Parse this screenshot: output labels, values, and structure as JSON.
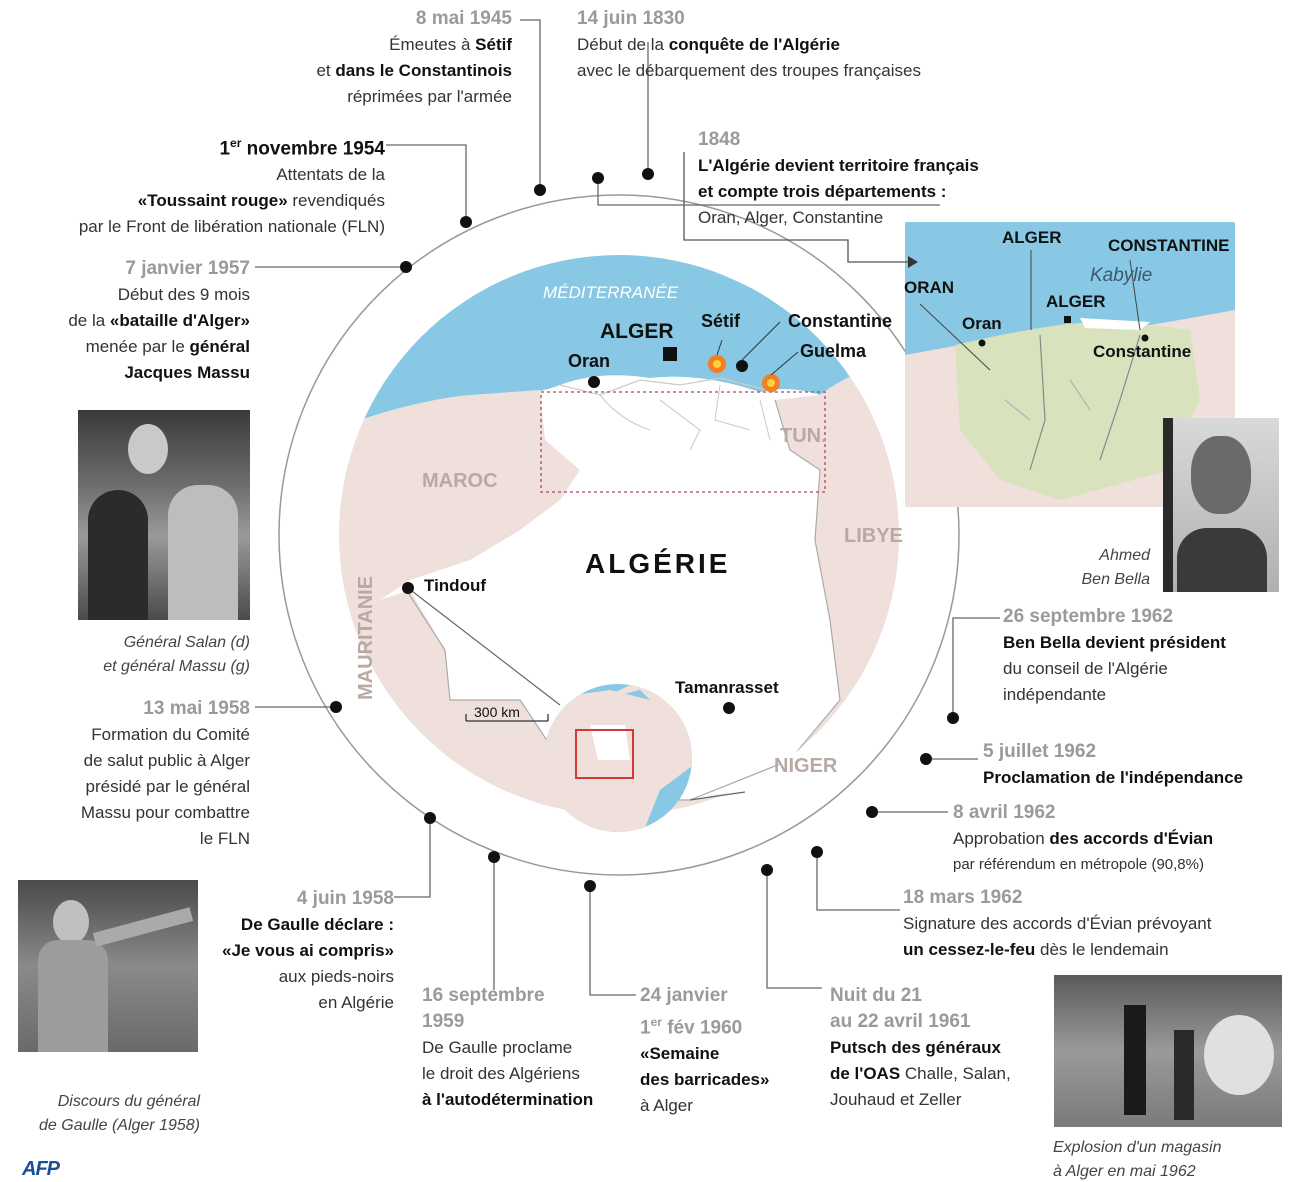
{
  "events": {
    "e1945": {
      "date": "8 mai 1945",
      "l1a": "Émeutes à ",
      "l1b": "Sétif",
      "l2a": "et ",
      "l2b": "dans le Constantinois",
      "l3": "réprimées par l'armée"
    },
    "e1830": {
      "date": "14 juin 1830",
      "l1a": "Début de la ",
      "l1b": "conquête de l'Algérie",
      "l2": "avec le débarquement des troupes françaises"
    },
    "e1848": {
      "date": "1848",
      "l1": "L'Algérie devient territoire français",
      "l2": "et compte trois départements :",
      "l3": "Oran, Alger, Constantine"
    },
    "e1954": {
      "date_pre": "1",
      "date_sup": "er",
      "date_post": " novembre 1954",
      "l1": "Attentats de la",
      "l2a": "«Toussaint rouge»",
      "l2b": " revendiqués",
      "l3": "par le Front  de libération nationale (FLN)"
    },
    "e1957": {
      "date": "7 janvier 1957",
      "l1": "Début des 9 mois",
      "l2a": "de la ",
      "l2b": "«bataille d'Alger»",
      "l3a": "menée par le ",
      "l3b": "général",
      "l4": "Jacques Massu"
    },
    "e1958m": {
      "date": "13 mai 1958",
      "l1": "Formation du Comité",
      "l2": "de salut public à Alger",
      "l3": "présidé par le général",
      "l4": "Massu pour combattre",
      "l5": "le FLN"
    },
    "e1958j": {
      "date": "4 juin 1958",
      "l1": "De Gaulle déclare :",
      "l2": "«Je vous ai compris»",
      "l3": "aux pieds-noirs",
      "l4": "en Algérie"
    },
    "e1959": {
      "date1": "16 septembre",
      "date2": "1959",
      "l1": "De Gaulle proclame",
      "l2": "le droit des Algériens",
      "l3": "à l'autodétermination"
    },
    "e1960": {
      "date1": "24 janvier",
      "date2_pre": "1",
      "date2_sup": "er",
      "date2_post": " fév 1960",
      "l1": "«Semaine",
      "l2": "des barricades»",
      "l3": "à Alger"
    },
    "e1961": {
      "date1": "Nuit du 21",
      "date2": "au 22 avril 1961",
      "l1": "Putsch des généraux",
      "l2a": "de l'OAS",
      "l2b": " Challe, Salan,",
      "l3": "Jouhaud et Zeller"
    },
    "e1962m": {
      "date": "18 mars 1962",
      "l1": "Signature des accords d'Évian prévoyant",
      "l2a": "un cessez-le-feu",
      "l2b": " dès le lendemain"
    },
    "e1962a": {
      "date": "8 avril 1962",
      "l1a": "Approbation ",
      "l1b": "des accords d'Évian",
      "l2": "par référendum en métropole (90,8%)"
    },
    "e1962j": {
      "date": "5 juillet 1962",
      "l1": "Proclamation de l'indépendance"
    },
    "e1962s": {
      "date": "26 septembre 1962",
      "l1": "Ben Bella devient président",
      "l2": "du conseil de l'Algérie",
      "l3": "indépendante"
    }
  },
  "captions": {
    "salan_massu": [
      "Général Salan (d)",
      "et général Massu (g)"
    ],
    "ben_bella": [
      "Ahmed",
      "Ben Bella"
    ],
    "de_gaulle": [
      "Discours du général",
      "de Gaulle (Alger 1958)"
    ],
    "explosion": [
      "Explosion d'un magasin",
      "à Alger en mai 1962"
    ]
  },
  "map": {
    "sea": "MÉDITERRANÉE",
    "country": "ALGÉRIE",
    "capital": "ALGER",
    "cities": [
      "Oran",
      "Sétif",
      "Constantine",
      "Guelma",
      "Tindouf",
      "Tamanrasset"
    ],
    "neighbors": [
      "MAROC",
      "TUN.",
      "LIBYE",
      "MAURITANIE",
      "NIGER"
    ],
    "scale": "300 km"
  },
  "inset_map": {
    "departments": [
      "ORAN",
      "ALGER",
      "CONSTANTINE"
    ],
    "cities": [
      "Oran",
      "ALGER",
      "Constantine"
    ],
    "region": "Kabylie"
  },
  "credit": "AFP",
  "colors": {
    "sea": "#88c8e4",
    "land_neighbor": "#efe0dc",
    "algeria": "#ffffff",
    "inset_land": "#d8e2bd",
    "date_gray": "#9a9a9a",
    "fire": "#f08020"
  }
}
